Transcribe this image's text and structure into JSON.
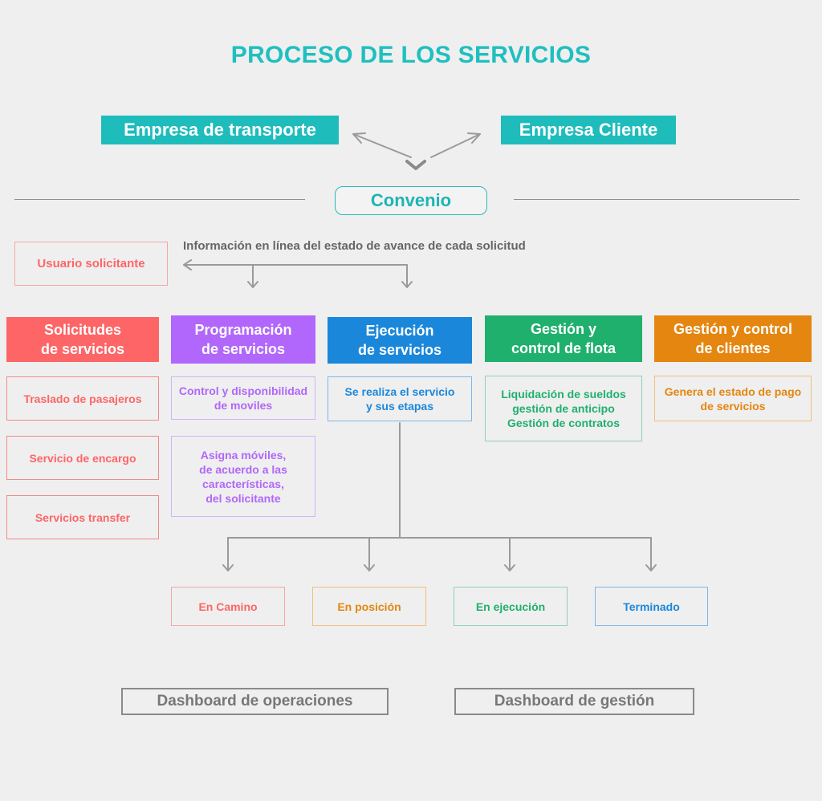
{
  "title": "PROCESO DE LOS SERVICIOS",
  "parties": {
    "left": "Empresa de transporte",
    "right": "Empresa Cliente"
  },
  "convenio": "Convenio",
  "info_text": "Información en línea del estado de avance de  cada solicitud",
  "usuario": "Usuario solicitante",
  "columns": [
    {
      "heading": "Solicitudes\nde servicios",
      "color": "#fe6566",
      "items": [
        "Traslado de pasajeros",
        "Servicio de encargo",
        "Servicios transfer"
      ]
    },
    {
      "heading": "Programación\nde servicios",
      "color": "#b167fb",
      "items": [
        "Control y disponibilidad\nde moviles",
        "Asigna móviles,\nde acuerdo a las\ncaracterísticas,\ndel solicitante"
      ]
    },
    {
      "heading": "Ejecución\nde servicios",
      "color": "#1a87db",
      "items": [
        "Se realiza el servicio\ny sus etapas"
      ]
    },
    {
      "heading": "Gestión y\ncontrol de flota",
      "color": "#1fb06d",
      "items": [
        "Liquidación de sueldos\ngestión de anticipo\nGestión de contratos"
      ]
    },
    {
      "heading": "Gestión y control\nde clientes",
      "color": "#e4860f",
      "items": [
        "Genera el estado de pago\nde servicios"
      ]
    }
  ],
  "states": [
    {
      "label": "En Camino",
      "color": "#fe6566"
    },
    {
      "label": "En posición",
      "color": "#e4860f"
    },
    {
      "label": "En ejecución",
      "color": "#1fb06d"
    },
    {
      "label": "Terminado",
      "color": "#1a87db"
    }
  ],
  "dashboards": {
    "operaciones": "Dashboard de operaciones",
    "gestion": "Dashboard de gestión"
  }
}
